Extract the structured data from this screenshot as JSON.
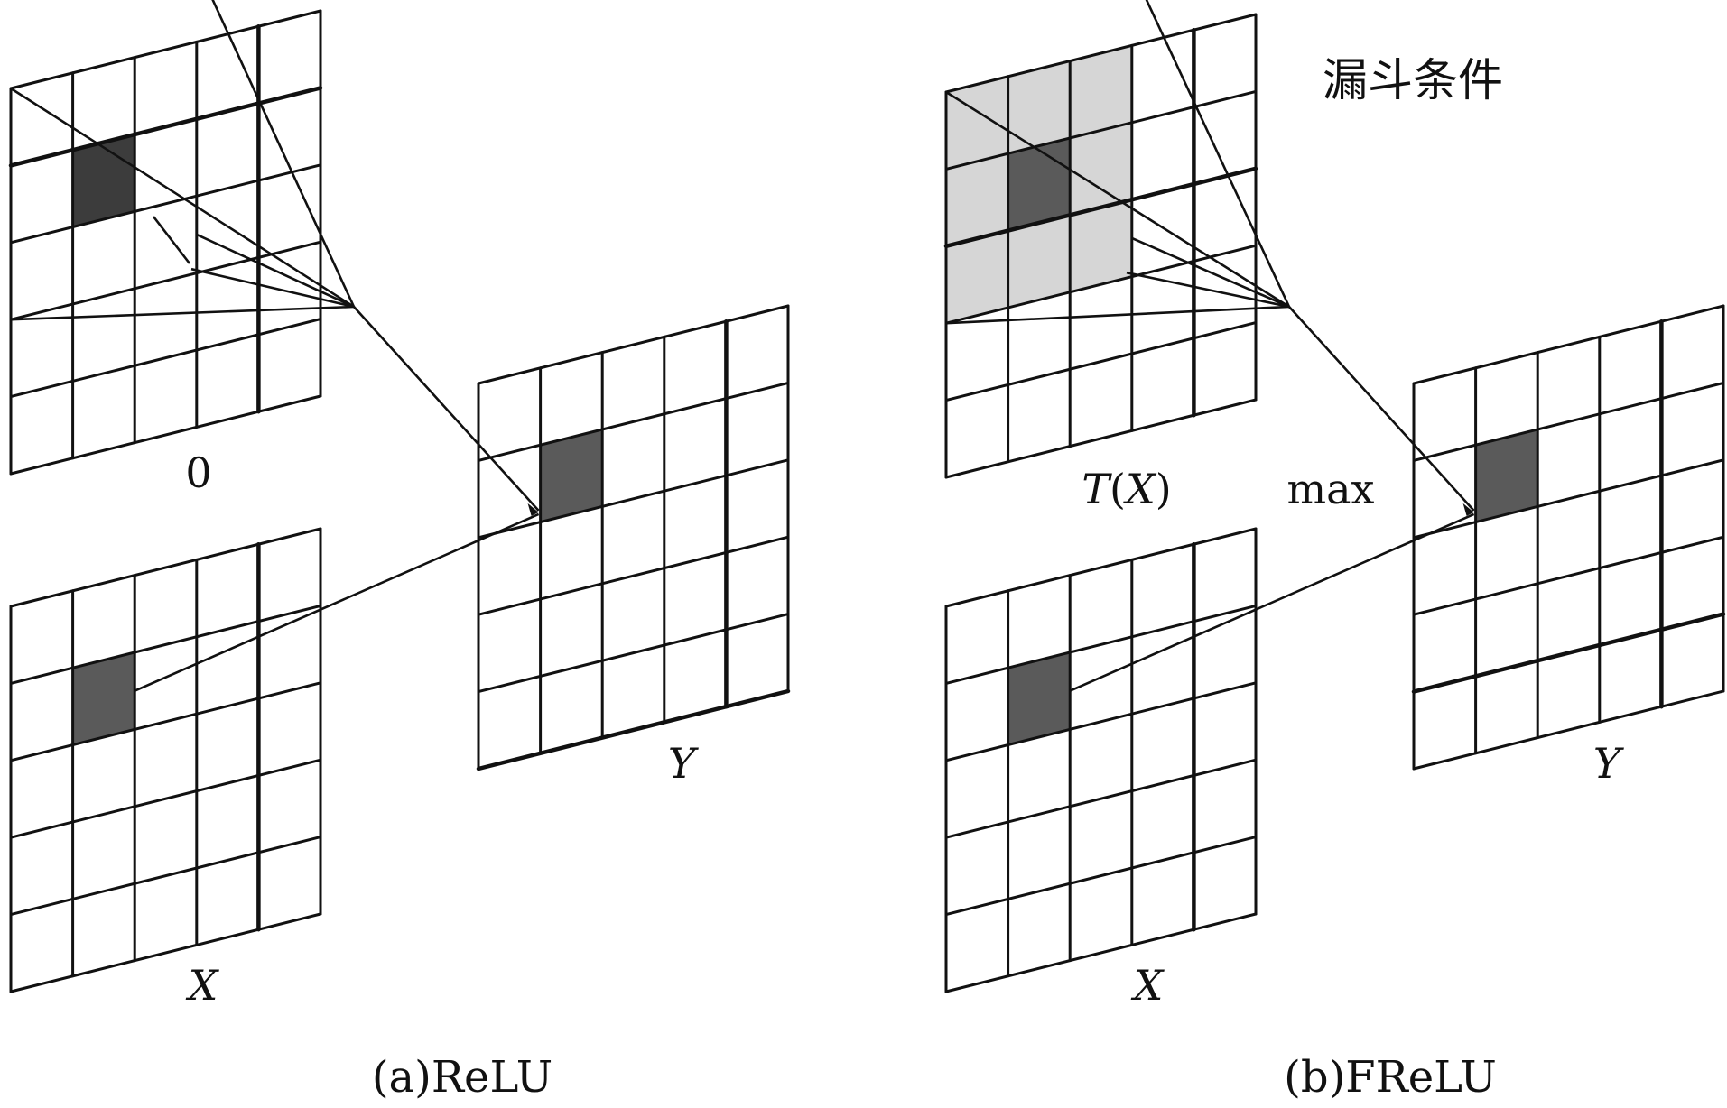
{
  "labels": {
    "zero": "0",
    "relu_input": "X",
    "relu_output": "Y",
    "funnel_map": "T(X)",
    "funnel_condition": "漏斗条件",
    "max_op": "max",
    "frelu_input": "X",
    "frelu_output": "Y",
    "caption_relu": "(a)ReLU",
    "caption_frelu": "(b)FReLU"
  },
  "grids": {
    "rows": 5,
    "cols": 5
  },
  "colors": {
    "dark_cell": "#3c3c3c",
    "mid_cell": "#5a5a5a",
    "window_fill": "#d6d6d6",
    "line": "#111111",
    "background": "#ffffff"
  }
}
